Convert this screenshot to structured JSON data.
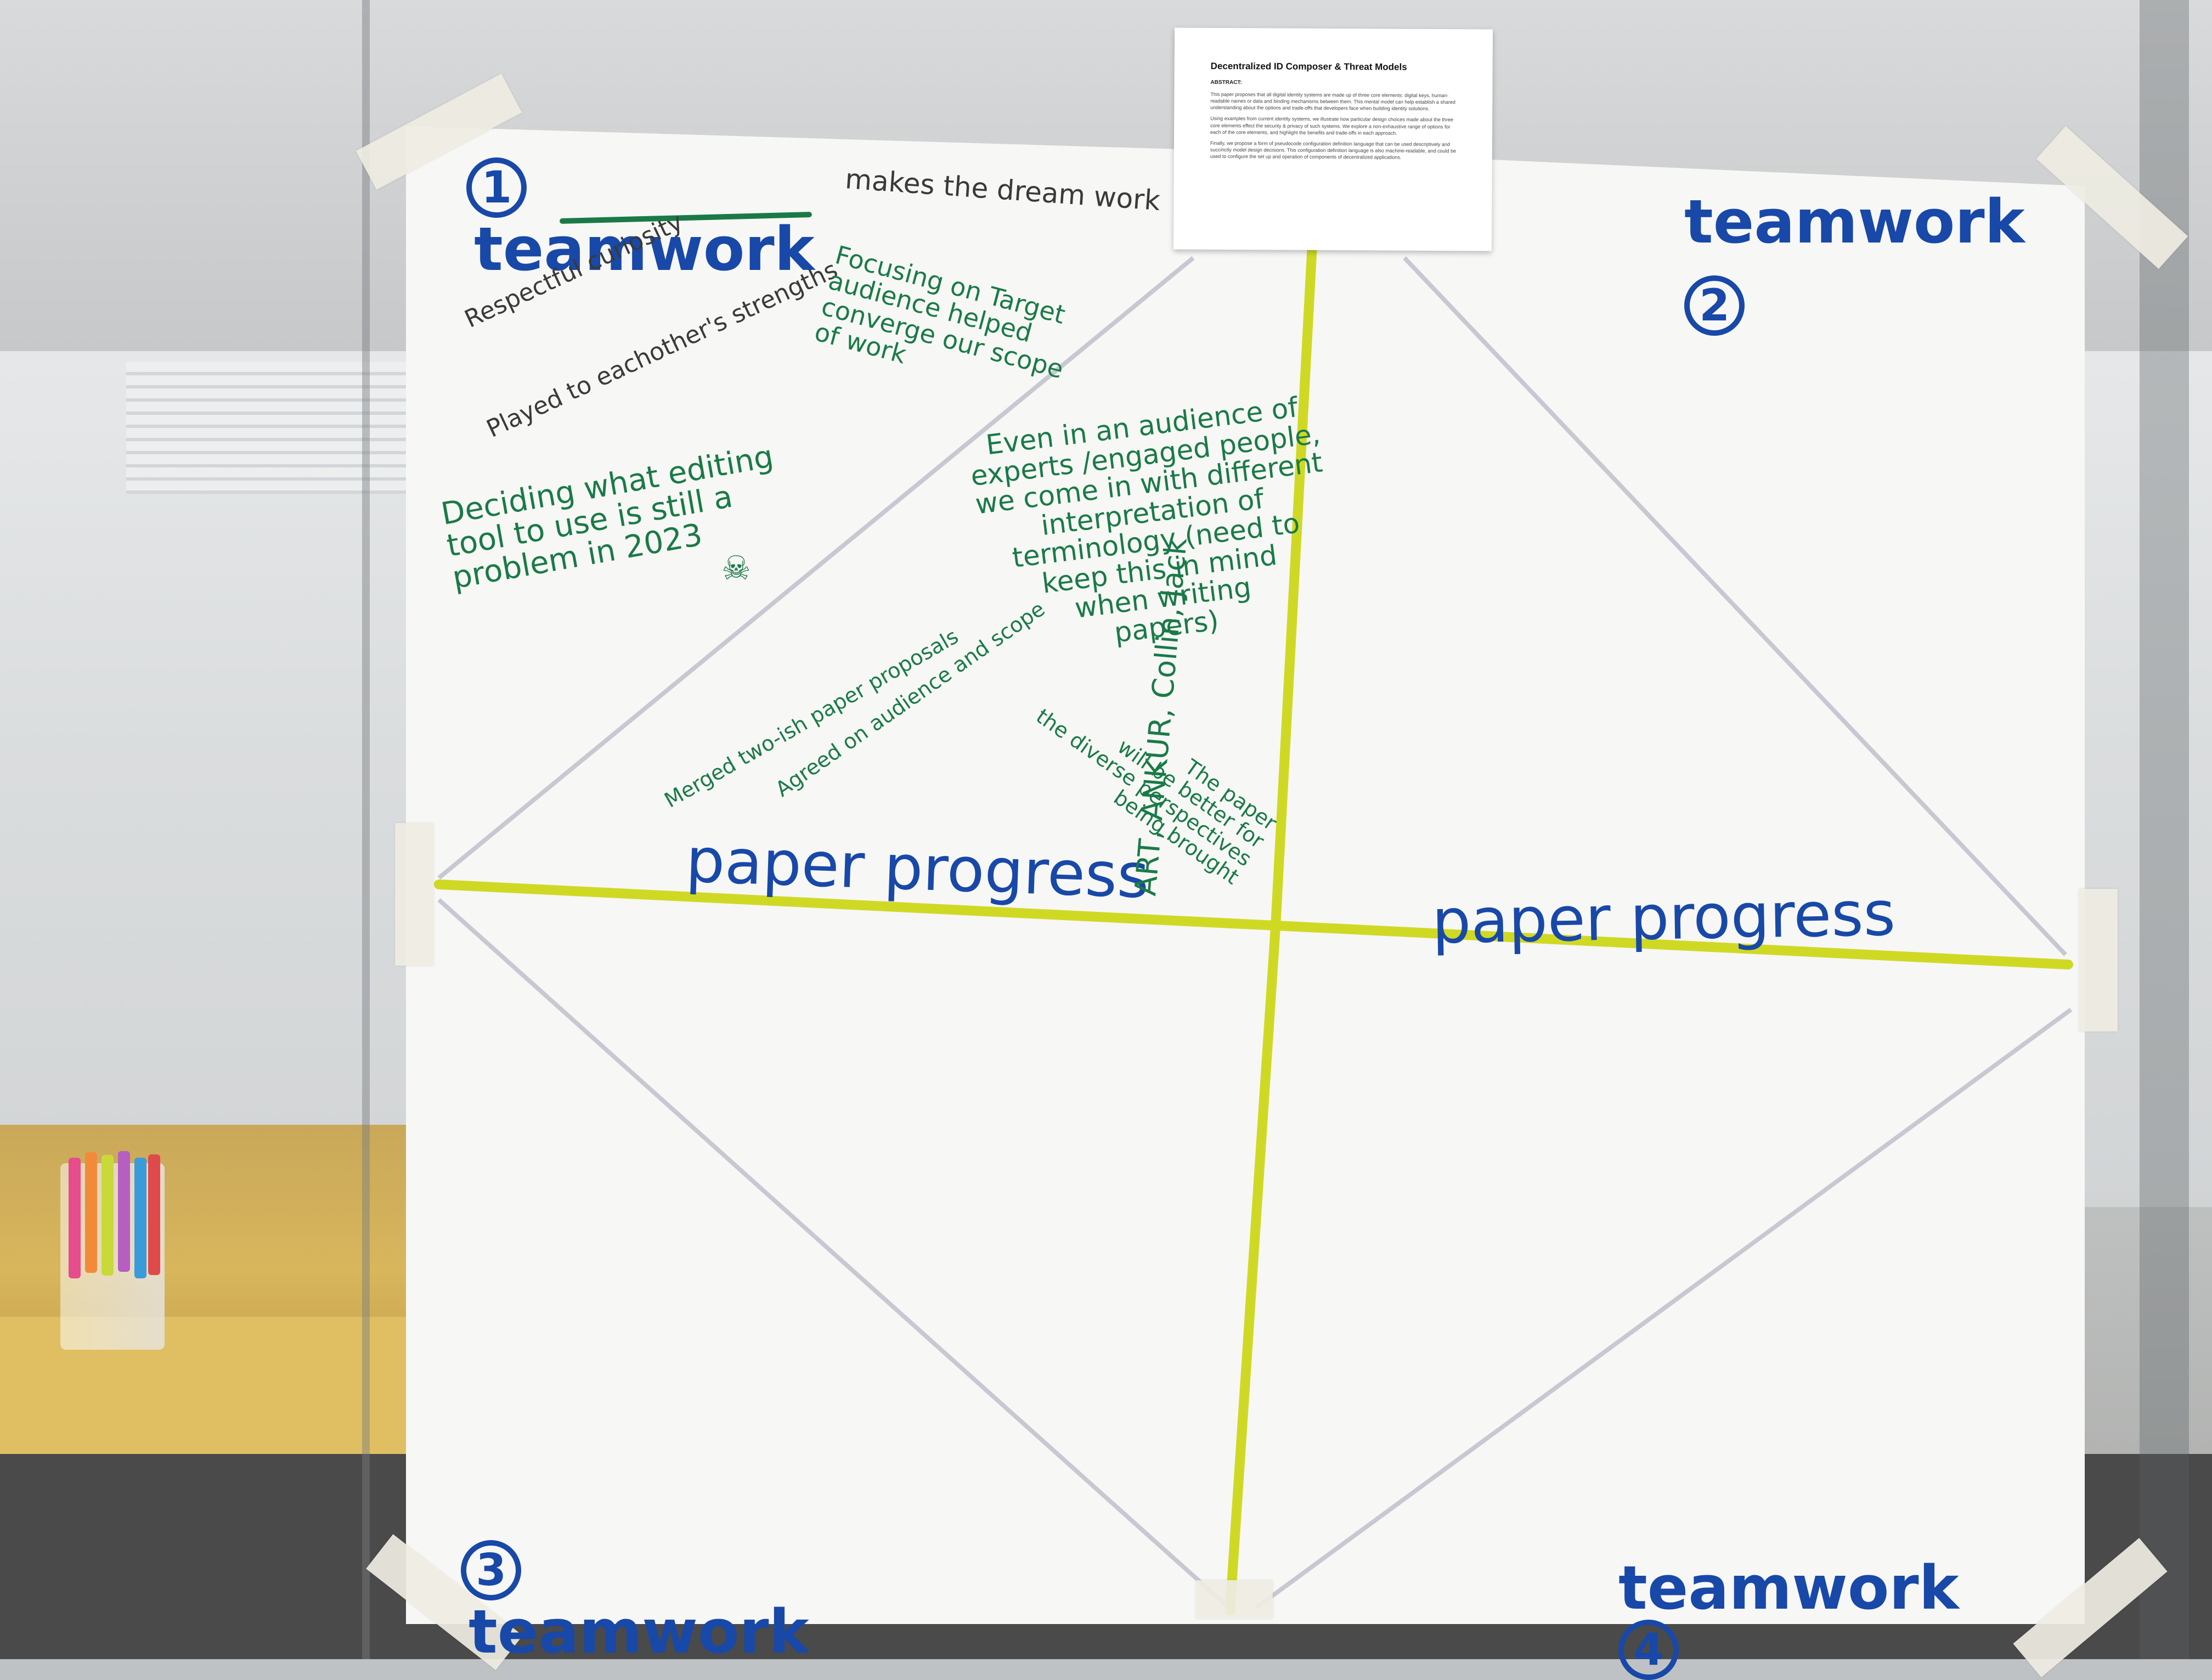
{
  "quadrants": {
    "q1_number": "1",
    "q1_label": "teamwork",
    "q2_number": "2",
    "q2_label": "teamwork",
    "q3_number": "3",
    "q3_label": "teamwork",
    "q4_number": "4",
    "q4_label": "teamwork"
  },
  "progress_labels": {
    "left": "paper progress",
    "right": "paper progress"
  },
  "notes": {
    "tagline": "makes the dream work",
    "curiosity": "Respectful curiosity",
    "strengths": "Played to eachother's strengths",
    "focusing": "Focusing on Target\naudience helped\nconverge our scope\nof work",
    "editing": "Deciding what editing\ntool to use is still a\nproblem in 2023",
    "audience": "Even in an audience of\nexperts /engaged people,\nwe come in with different\ninterpretation of\nterminology (need to\nkeep this in mind\nwhen writing\npapers)",
    "merged": "Merged two-ish paper proposals",
    "agreed": "Agreed on audience and scope",
    "diverse": "The paper\nwill be better for\nthe diverse perspectives\nbeing brought",
    "names": "ART, ANKUR, Collin, Jack"
  },
  "abstract_card": {
    "title": "Decentralized ID Composer & Threat Models",
    "heading": "ABSTRACT:",
    "p1": "This paper proposes that all digital identity systems are made up of three core elements: digital keys, human-readable names or data and binding mechanisms between them. This mental model can help establish a shared understanding about the options and trade-offs that developers face when building identity solutions.",
    "p2": "Using examples from current identity systems, we illustrate how particular design choices made about the three core elements effect the security & privacy of such systems. We explore a non-exhaustive range of options for each of the core elements, and highlight the benefits and trade-offs in each approach.",
    "p3": "Finally, we propose a form of pseudocode configuration definition language that can be used descriptively and succinctly model design decisions. This configuration definition language is also machine-readable, and could be used to configure the set up and operation of components of decentralized applications."
  }
}
